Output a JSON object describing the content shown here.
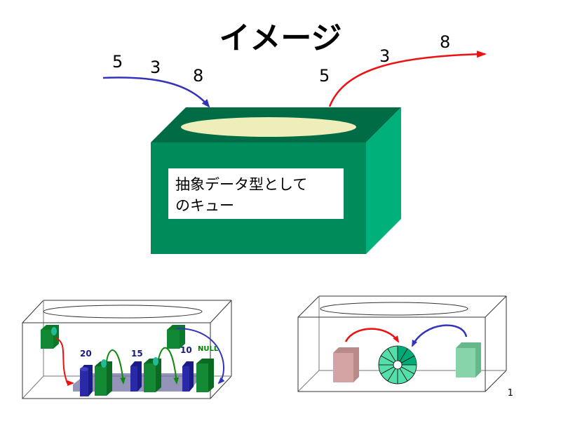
{
  "slide": {
    "title": "イメージ",
    "page_number": "1"
  },
  "queue_box": {
    "label": "抽象データ型としてのキュー",
    "label_line1": "抽象データ型として",
    "label_line2": "のキュー",
    "colors": {
      "front": "#008c5a",
      "top": "#006c46",
      "side": "#00b07a",
      "opening": "#eeeebb"
    }
  },
  "incoming": {
    "values": [
      "5",
      "3",
      "8"
    ],
    "arrow_color": "#3333bb"
  },
  "outgoing": {
    "values": [
      "5",
      "3",
      "8"
    ],
    "arrow_color": "#ee1111"
  },
  "linked_list_diagram": {
    "labels": [
      "20",
      "15",
      "10",
      "NULL"
    ],
    "label_colors": {
      "numbers": "#1a1a80",
      "null": "#008000"
    }
  },
  "circular_buffer_diagram": {
    "colors": {
      "left_block": "#d4a4a4",
      "right_block": "#88d4aa",
      "ring": "#55ddaa"
    }
  }
}
